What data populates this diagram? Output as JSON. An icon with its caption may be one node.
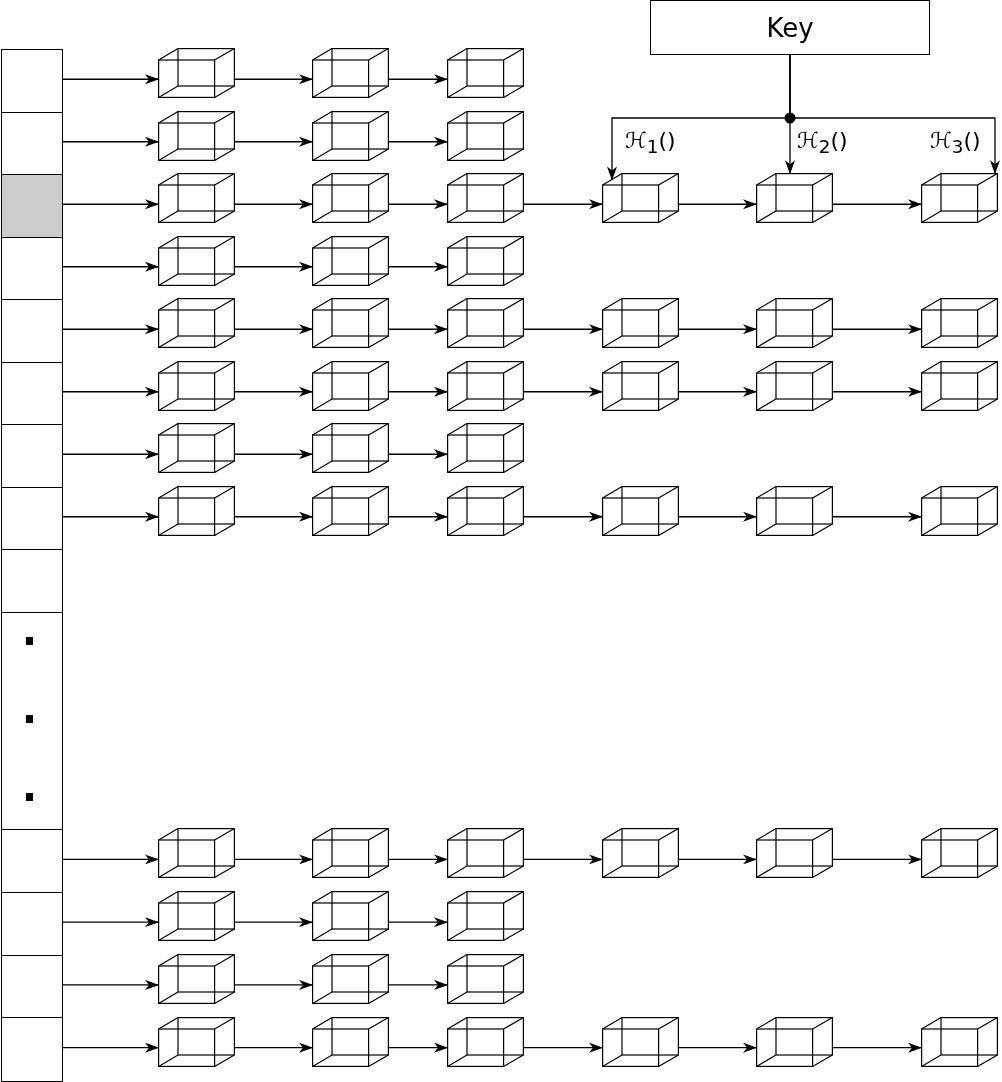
{
  "diagram": {
    "nodes": [
      {
        "text": [
          "Key"
        ]
      },
      {
        "text": [],
        "shape": "box"
      },
      {
        "text": [],
        "shape": "cube"
      },
      {
        "text": [],
        "shape": "cube"
      },
      {
        "text": [],
        "shape": "cube"
      },
      {
        "text": [],
        "shape": "box"
      },
      {
        "text": [],
        "shape": "cube"
      },
      {
        "text": [],
        "shape": "cube"
      },
      {
        "text": [],
        "shape": "cube"
      },
      {
        "text": [],
        "shape": "box"
      },
      {
        "text": [],
        "shape": "cube"
      },
      {
        "text": [],
        "shape": "cube"
      },
      {
        "text": [],
        "shape": "cube"
      },
      {
        "text": [],
        "shape": "cube"
      },
      {
        "text": [],
        "shape": "cube"
      },
      {
        "text": [],
        "shape": "cube"
      },
      {
        "text": [],
        "shape": "box"
      },
      {
        "text": [],
        "shape": "cube"
      },
      {
        "text": [],
        "shape": "cube"
      },
      {
        "text": [],
        "shape": "cube"
      },
      {
        "text": [],
        "shape": "box"
      },
      {
        "text": [],
        "shape": "cube"
      },
      {
        "text": [],
        "shape": "cube"
      },
      {
        "text": [],
        "shape": "cube"
      },
      {
        "text": [],
        "shape": "cube"
      },
      {
        "text": [],
        "shape": "cube"
      },
      {
        "text": [],
        "shape": "cube"
      },
      {
        "text": [],
        "shape": "box"
      },
      {
        "text": [],
        "shape": "cube"
      },
      {
        "text": [],
        "shape": "cube"
      },
      {
        "text": [],
        "shape": "cube"
      },
      {
        "text": [],
        "shape": "cube"
      },
      {
        "text": [],
        "shape": "cube"
      },
      {
        "text": [],
        "shape": "cube"
      },
      {
        "text": [],
        "shape": "box"
      },
      {
        "text": [],
        "shape": "cube"
      },
      {
        "text": [],
        "shape": "cube"
      },
      {
        "text": [],
        "shape": "cube"
      },
      {
        "text": [],
        "shape": "box"
      },
      {
        "text": [],
        "shape": "cube"
      },
      {
        "text": [],
        "shape": "cube"
      },
      {
        "text": [],
        "shape": "cube"
      },
      {
        "text": [],
        "shape": "cube"
      },
      {
        "text": [],
        "shape": "cube"
      },
      {
        "text": [],
        "shape": "cube"
      },
      {
        "text": [],
        "shape": "box"
      },
      {
        "text": [],
        "shape": "box"
      },
      {
        "text": [],
        "shape": "box"
      },
      {
        "text": [],
        "shape": "cube"
      },
      {
        "text": [],
        "shape": "cube"
      },
      {
        "text": [],
        "shape": "cube"
      },
      {
        "text": [],
        "shape": "cube"
      },
      {
        "text": [],
        "shape": "cube"
      },
      {
        "text": [],
        "shape": "cube"
      },
      {
        "text": [],
        "shape": "box"
      },
      {
        "text": [],
        "shape": "cube"
      },
      {
        "text": [],
        "shape": "cube"
      },
      {
        "text": [],
        "shape": "cube"
      },
      {
        "text": [],
        "shape": "box"
      },
      {
        "text": [],
        "shape": "cube"
      },
      {
        "text": [],
        "shape": "cube"
      },
      {
        "text": [],
        "shape": "cube"
      },
      {
        "text": [],
        "shape": "box"
      },
      {
        "text": [],
        "shape": "cube"
      },
      {
        "text": [],
        "shape": "cube"
      },
      {
        "text": [],
        "shape": "cube"
      },
      {
        "text": [],
        "shape": "cube"
      },
      {
        "text": [],
        "shape": "cube"
      },
      {
        "text": [],
        "shape": "cube"
      }
    ],
    "edges": [
      {
        "from": 0,
        "to": 13,
        "arrow": "to",
        "label": "ℋ$_{1}$()"
      },
      {
        "from": 0,
        "to": 14,
        "arrow": "to",
        "label": "ℋ$_{2}$()"
      },
      {
        "from": 0,
        "to": 15,
        "arrow": "to",
        "label": "ℋ$_{3}$()"
      },
      {
        "from": 1,
        "to": 2,
        "arrow": "to"
      },
      {
        "from": 2,
        "to": 3,
        "arrow": "to"
      },
      {
        "from": 3,
        "to": 4,
        "arrow": "to"
      },
      {
        "from": 5,
        "to": 6,
        "arrow": "to"
      },
      {
        "from": 6,
        "to": 7,
        "arrow": "to"
      },
      {
        "from": 7,
        "to": 8,
        "arrow": "to"
      },
      {
        "from": 9,
        "to": 10,
        "arrow": "to"
      },
      {
        "from": 10,
        "to": 11,
        "arrow": "to"
      },
      {
        "from": 11,
        "to": 12,
        "arrow": "to"
      },
      {
        "from": 12,
        "to": 13,
        "arrow": "to"
      },
      {
        "from": 13,
        "to": 14,
        "arrow": "to"
      },
      {
        "from": 14,
        "to": 15,
        "arrow": "to"
      },
      {
        "from": 16,
        "to": 17,
        "arrow": "to"
      },
      {
        "from": 17,
        "to": 18,
        "arrow": "to"
      },
      {
        "from": 18,
        "to": 19,
        "arrow": "to"
      },
      {
        "from": 20,
        "to": 21,
        "arrow": "to"
      },
      {
        "from": 21,
        "to": 22,
        "arrow": "to"
      },
      {
        "from": 22,
        "to": 23,
        "arrow": "to"
      },
      {
        "from": 23,
        "to": 24,
        "arrow": "to"
      },
      {
        "from": 24,
        "to": 25,
        "arrow": "to"
      },
      {
        "from": 25,
        "to": 26,
        "arrow": "to"
      },
      {
        "from": 27,
        "to": 28,
        "arrow": "to"
      },
      {
        "from": 28,
        "to": 29,
        "arrow": "to"
      },
      {
        "from": 29,
        "to": 30,
        "arrow": "to"
      },
      {
        "from": 30,
        "to": 31,
        "arrow": "to"
      },
      {
        "from": 31,
        "to": 32,
        "arrow": "to"
      },
      {
        "from": 32,
        "to": 33,
        "arrow": "to"
      },
      {
        "from": 34,
        "to": 35,
        "arrow": "to"
      },
      {
        "from": 35,
        "to": 36,
        "arrow": "to"
      },
      {
        "from": 36,
        "to": 37,
        "arrow": "to"
      },
      {
        "from": 38,
        "to": 39,
        "arrow": "to"
      },
      {
        "from": 39,
        "to": 40,
        "arrow": "to"
      },
      {
        "from": 40,
        "to": 41,
        "arrow": "to"
      },
      {
        "from": 41,
        "to": 42,
        "arrow": "to"
      },
      {
        "from": 42,
        "to": 43,
        "arrow": "to"
      },
      {
        "from": 43,
        "to": 44,
        "arrow": "to"
      },
      {
        "from": 47,
        "to": 48,
        "arrow": "to"
      },
      {
        "from": 48,
        "to": 49,
        "arrow": "to"
      },
      {
        "from": 49,
        "to": 50,
        "arrow": "to"
      },
      {
        "from": 50,
        "to": 51,
        "arrow": "to"
      },
      {
        "from": 51,
        "to": 52,
        "arrow": "to"
      },
      {
        "from": 52,
        "to": 53,
        "arrow": "to"
      },
      {
        "from": 54,
        "to": 55,
        "arrow": "to"
      },
      {
        "from": 55,
        "to": 56,
        "arrow": "to"
      },
      {
        "from": 56,
        "to": 57,
        "arrow": "to"
      },
      {
        "from": 58,
        "to": 59,
        "arrow": "to"
      },
      {
        "from": 59,
        "to": 60,
        "arrow": "to"
      },
      {
        "from": 60,
        "to": 61,
        "arrow": "to"
      },
      {
        "from": 62,
        "to": 63,
        "arrow": "to"
      },
      {
        "from": 63,
        "to": 64,
        "arrow": "to"
      },
      {
        "from": 64,
        "to": 65,
        "arrow": "to"
      },
      {
        "from": 65,
        "to": 66,
        "arrow": "to"
      },
      {
        "from": 66,
        "to": 67,
        "arrow": "to"
      },
      {
        "from": 67,
        "to": 68,
        "arrow": "to"
      }
    ]
  }
}
